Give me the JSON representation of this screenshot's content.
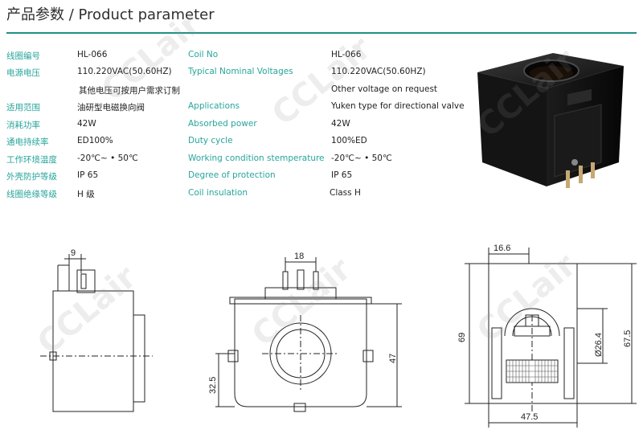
{
  "header": {
    "title": "产品参数 / Product parameter"
  },
  "params": [
    {
      "zh": "线圈编号",
      "value": "HL-066",
      "en": "Coil No",
      "en_value": "HL-066"
    },
    {
      "zh": "电源电压",
      "value": "110.220VAC(50.60HZ)",
      "en": "Typical Nominal Voltages",
      "en_value": "110.220VAC(50.60HZ)"
    },
    {
      "zh": "",
      "value": "其他电压可按用户需求订制",
      "en": "",
      "en_value": "Other voltage on request"
    },
    {
      "zh": "适用范围",
      "value": "油研型电磁换向阀",
      "en": "Applications",
      "en_value": "Yuken type for directional valve"
    },
    {
      "zh": "消耗功率",
      "value": "42W",
      "en": "Absorbed power",
      "en_value": "42W"
    },
    {
      "zh": "通电持续率",
      "value": "ED100%",
      "en": "Duty cycle",
      "en_value": "100%ED"
    },
    {
      "zh": "工作环境温度",
      "value": "-20℃~ • 50℃",
      "en": "Working condition stemperature",
      "en_value": "-20℃~ • 50℃"
    },
    {
      "zh": "外壳防护等级",
      "value": "IP 65",
      "en": "Degree of protection",
      "en_value": "IP 65"
    },
    {
      "zh": "线圈绝缘等级",
      "value": "H 级",
      "en": "Coil insulation",
      "en_value": "Class H"
    }
  ],
  "photo": {
    "housing_color": "#121212"
  },
  "drawings": {
    "side": {
      "dim_top": "9"
    },
    "front": {
      "dim_top": "18",
      "dim_left": "32.5",
      "dim_right": "47"
    },
    "section": {
      "dim_top": "16.6",
      "dim_left": "69",
      "dim_diameter": "Ø26.4",
      "dim_right": "67.5",
      "dim_bottom": "47.5"
    }
  },
  "watermark": "CCLair",
  "colors": {
    "accent": "#27a59b",
    "rule": "#1f8f86",
    "text": "#222222"
  }
}
